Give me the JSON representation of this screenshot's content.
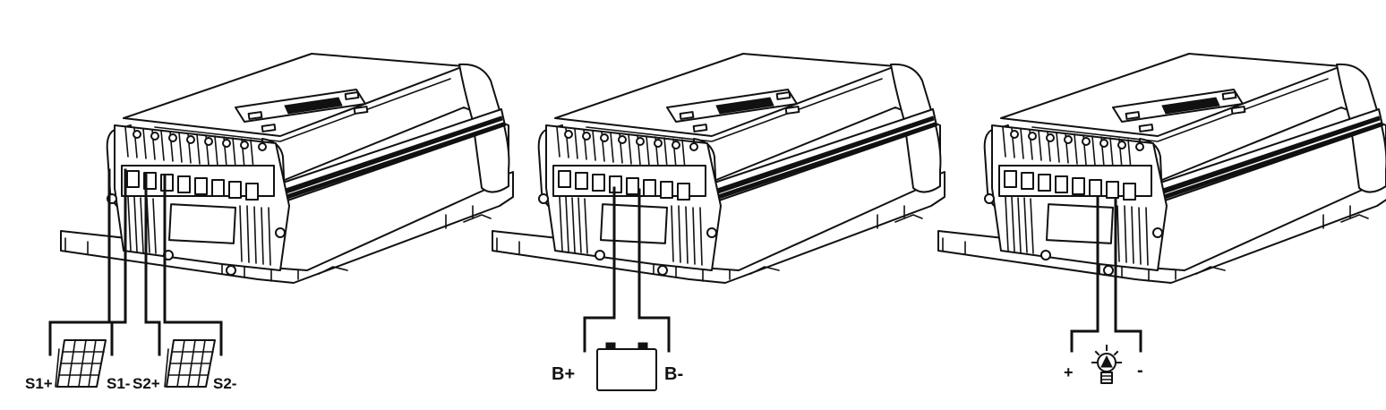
{
  "diagrams": [
    {
      "connection": "solar",
      "labels": [
        "S1+",
        "S1-",
        "S2+",
        "S2-"
      ],
      "icons": [
        "solar-panel-icon",
        "solar-panel-icon"
      ]
    },
    {
      "connection": "battery",
      "labels": [
        "B+",
        "B-"
      ],
      "icons": [
        "battery-icon"
      ]
    },
    {
      "connection": "lamp",
      "labels": [
        "+",
        "-"
      ],
      "icons": [
        "lamp-icon"
      ]
    }
  ]
}
